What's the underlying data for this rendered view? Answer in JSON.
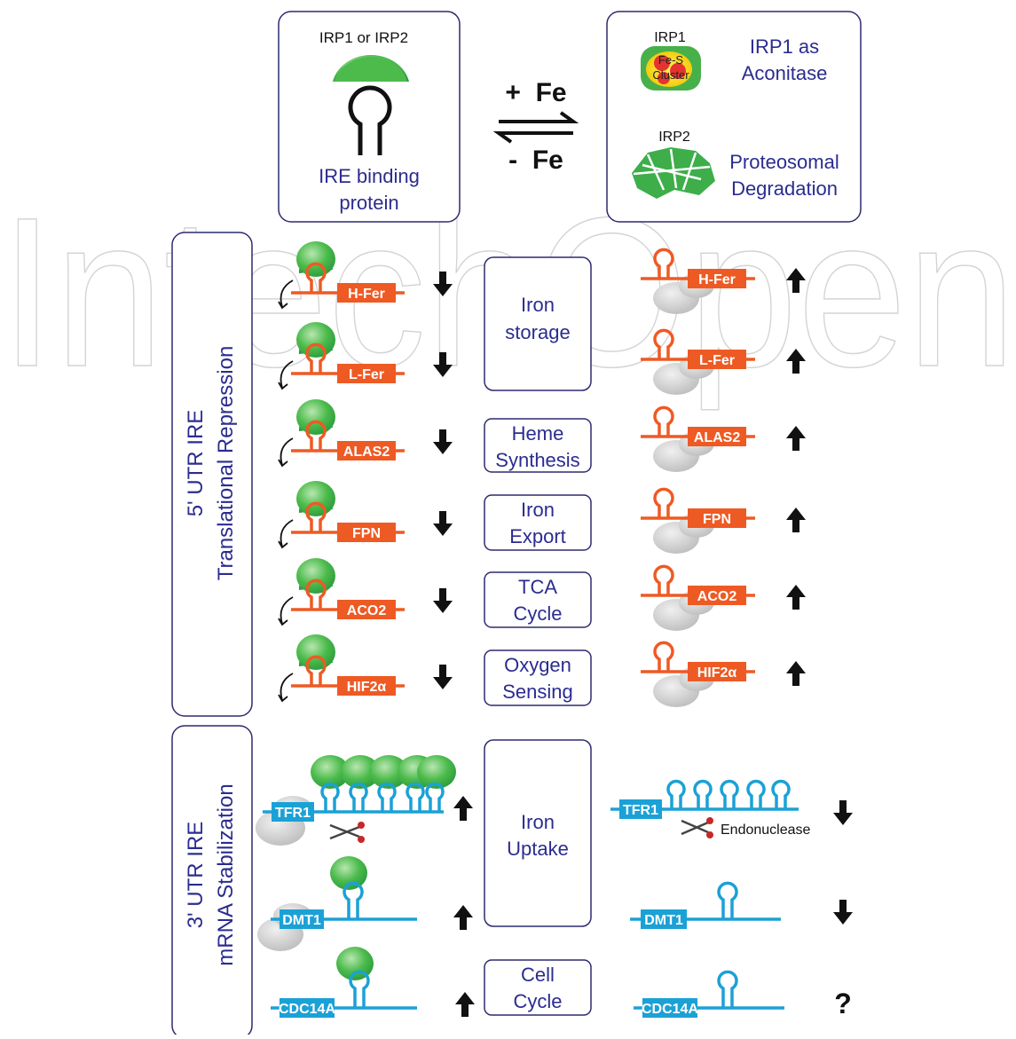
{
  "watermark": "IntechOpen",
  "top": {
    "binding_title": "IRP1 or IRP2",
    "binding_caption": [
      "IRE binding",
      "protein"
    ],
    "plus_fe": "+  Fe",
    "minus_fe": "-  Fe",
    "irp1_title": "IRP1",
    "cluster_label": [
      "Fe-S",
      "Cluster"
    ],
    "irp1_caption": [
      "IRP1 as",
      "Aconitase"
    ],
    "irp2_title": "IRP2",
    "irp2_caption": [
      "Proteosomal",
      "Degradation"
    ]
  },
  "sections": [
    {
      "label": [
        "5' UTR IRE",
        "Translational Repression"
      ]
    },
    {
      "label": [
        "3' UTR IRE",
        "mRNA Stabilization"
      ]
    }
  ],
  "five_prime_rows": [
    {
      "gene": "H-Fer",
      "left_arrow": "down",
      "right_arrow": "up"
    },
    {
      "gene": "L-Fer",
      "left_arrow": "down",
      "right_arrow": "up"
    },
    {
      "gene": "ALAS2",
      "left_arrow": "down",
      "right_arrow": "up"
    },
    {
      "gene": "FPN",
      "left_arrow": "down",
      "right_arrow": "up"
    },
    {
      "gene": "ACO2",
      "left_arrow": "down",
      "right_arrow": "up"
    },
    {
      "gene": "HIF2α",
      "left_arrow": "down",
      "right_arrow": "up"
    }
  ],
  "function_boxes": [
    {
      "label": [
        "Iron",
        "storage"
      ]
    },
    {
      "label": [
        "Heme",
        "Synthesis"
      ]
    },
    {
      "label": [
        "Iron",
        "Export"
      ]
    },
    {
      "label": [
        "TCA",
        "Cycle"
      ]
    },
    {
      "label": [
        "Oxygen",
        "Sensing"
      ]
    },
    {
      "label": [
        "Iron",
        "Uptake"
      ]
    },
    {
      "label": [
        "Cell",
        "Cycle"
      ]
    }
  ],
  "three_prime_rows": [
    {
      "gene": "TFR1",
      "left_arrow": "up",
      "right_arrow": "down",
      "note": "Endonuclease"
    },
    {
      "gene": "DMT1",
      "left_arrow": "up",
      "right_arrow": "down"
    },
    {
      "gene": "CDC14A",
      "left_arrow": "up",
      "right_symbol": "?"
    }
  ],
  "colors": {
    "orange": "#ee5a24",
    "blue": "#1ba1d6",
    "green": "#3cb04a",
    "gray": "#c9c9c9",
    "box_border": "#2d2a6e",
    "text_purple": "#2b2c8f"
  }
}
